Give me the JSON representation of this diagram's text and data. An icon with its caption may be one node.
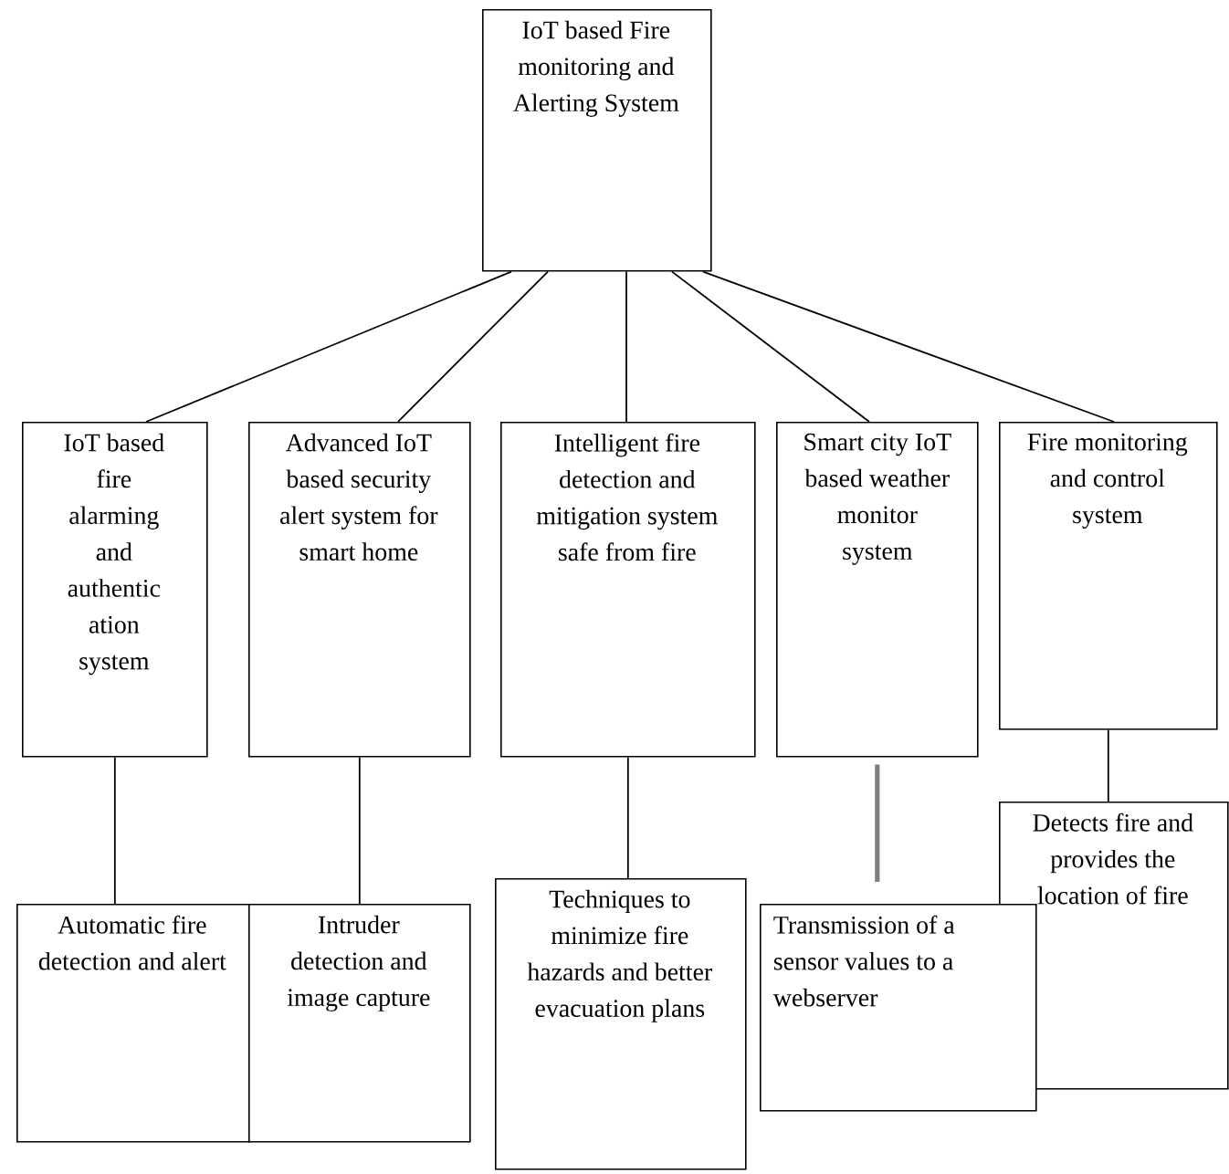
{
  "diagram": {
    "nodes": [
      {
        "text": [
          "IoT based Fire monitoring and Alerting System"
        ]
      },
      {
        "text": [
          "IoT based fire alarming and authentic ation system"
        ]
      },
      {
        "text": [
          "Advanced IoT based security alert system for smart home"
        ]
      },
      {
        "text": [
          "Intelligent fire detection and mitigation system safe from fire"
        ]
      },
      {
        "text": [
          "Smart city IoT based weather monitor system"
        ]
      },
      {
        "text": [
          "Fire monitoring and control system"
        ]
      },
      {
        "text": [
          "Automatic fire detection and alert"
        ]
      },
      {
        "text": [
          "Intruder detection and image capture"
        ]
      },
      {
        "text": [
          "Techniques to minimize fire hazards and better evacuation plans"
        ]
      },
      {
        "text": [
          "Transmission of a sensor values to a webserver"
        ]
      },
      {
        "text": [
          "Detects fire and provides the location of fire"
        ]
      }
    ],
    "edges": [
      {
        "from": 0,
        "to": 1,
        "arrow": "none"
      },
      {
        "from": 0,
        "to": 2,
        "arrow": "none"
      },
      {
        "from": 0,
        "to": 3,
        "arrow": "none"
      },
      {
        "from": 0,
        "to": 4,
        "arrow": "none"
      },
      {
        "from": 0,
        "to": 5,
        "arrow": "none"
      },
      {
        "from": 1,
        "to": 6,
        "arrow": "none"
      },
      {
        "from": 2,
        "to": 7,
        "arrow": "none"
      },
      {
        "from": 3,
        "to": 8,
        "arrow": "none"
      },
      {
        "from": 4,
        "to": 9,
        "arrow": "none",
        "color": "#808080",
        "style": "thick"
      },
      {
        "from": 5,
        "to": 10,
        "arrow": "none"
      }
    ]
  }
}
